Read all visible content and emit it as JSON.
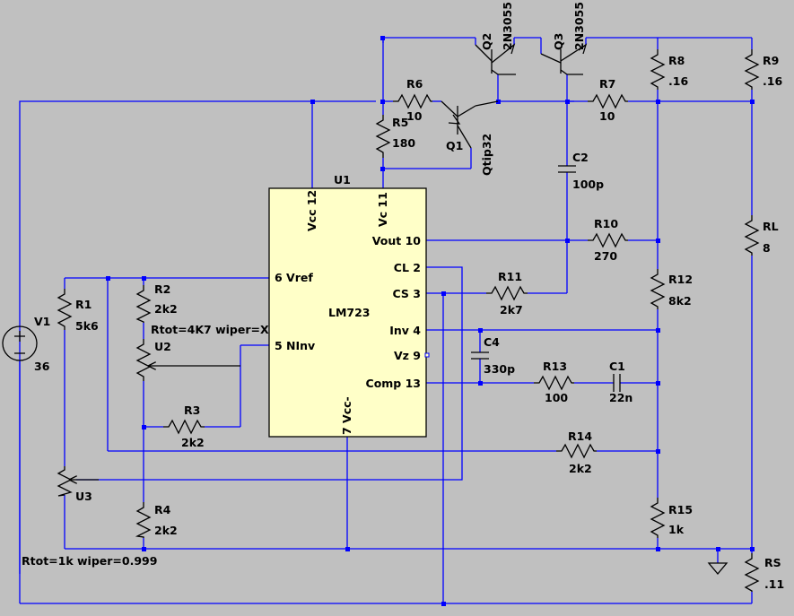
{
  "ic": {
    "ref": "U1",
    "part": "LM723"
  },
  "pins": {
    "vcc": "Vcc 12",
    "vc": "Vc 11",
    "vout": "Vout 10",
    "cl": "CL 2",
    "cs": "CS 3",
    "inv": "Inv 4",
    "vz": "Vz 9",
    "comp": "Comp 13",
    "vref": "6 Vref",
    "ninv": "5 NInv",
    "vee": "7 Vcc-"
  },
  "components": {
    "Q1": {
      "ref": "Q1",
      "value": "Qtip32"
    },
    "Q2": {
      "ref": "Q2",
      "value": "2N3055"
    },
    "Q3": {
      "ref": "Q3",
      "value": "2N3055"
    },
    "R1": {
      "ref": "R1",
      "value": "5k6"
    },
    "R2": {
      "ref": "R2",
      "value": "2k2"
    },
    "R3": {
      "ref": "R3",
      "value": "2k2"
    },
    "R4": {
      "ref": "R4",
      "value": "2k2"
    },
    "R5": {
      "ref": "R5",
      "value": "180"
    },
    "R6": {
      "ref": "R6",
      "value": "10"
    },
    "R7": {
      "ref": "R7",
      "value": "10"
    },
    "R8": {
      "ref": "R8",
      "value": ".16"
    },
    "R9": {
      "ref": "R9",
      "value": ".16"
    },
    "R10": {
      "ref": "R10",
      "value": "270"
    },
    "R11": {
      "ref": "R11",
      "value": "2k7"
    },
    "R12": {
      "ref": "R12",
      "value": "8k2"
    },
    "R13": {
      "ref": "R13",
      "value": "100"
    },
    "R14": {
      "ref": "R14",
      "value": "2k2"
    },
    "R15": {
      "ref": "R15",
      "value": "1k"
    },
    "RL": {
      "ref": "RL",
      "value": "8"
    },
    "RS": {
      "ref": "RS",
      "value": ".11"
    },
    "C1": {
      "ref": "C1",
      "value": "22n"
    },
    "C2": {
      "ref": "C2",
      "value": "100p"
    },
    "C4": {
      "ref": "C4",
      "value": "330p"
    },
    "V1": {
      "ref": "V1",
      "value": "36"
    },
    "U2": {
      "ref": "U2",
      "note": "Rtot=4K7 wiper=X"
    },
    "U3": {
      "ref": "U3",
      "note": "Rtot=1k wiper=0.999"
    }
  },
  "colors": {
    "background": "#c0c0c0",
    "wire": "#0000ff",
    "component": "#000000",
    "ic_fill": "#ffffc8"
  }
}
